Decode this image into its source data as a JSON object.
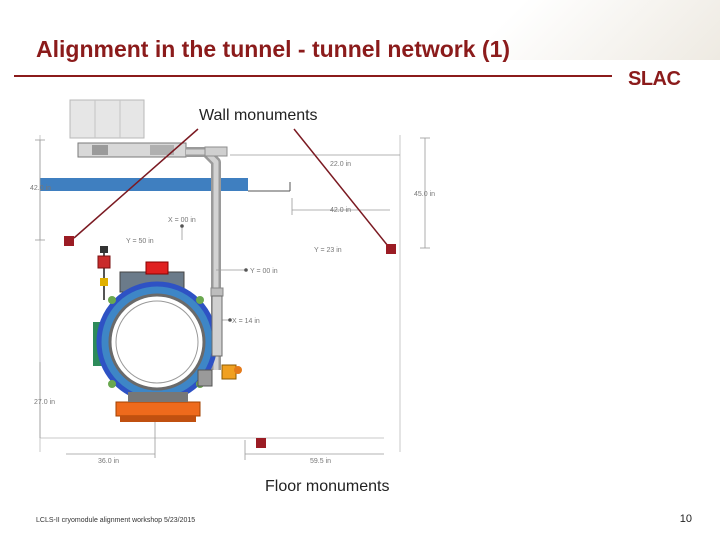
{
  "slide": {
    "title": "Alignment in the tunnel - tunnel network (1)",
    "logo": "SLAC",
    "footer": "LCLS-II cryomodule alignment workshop 5/23/2015",
    "page_number": "10"
  },
  "annotations": {
    "wall_monuments": "Wall monuments",
    "floor_monuments": "Floor monuments"
  },
  "dimensions": {
    "left_height": "42.0 in",
    "top_right_width": "22.0 in",
    "right_height": "45.0 in",
    "right_width": "42.0 in",
    "bottom_left_height": "27.0 in",
    "bottom_left_width": "36.0 in",
    "bottom_right_width": "59.5 in"
  },
  "coordinates": {
    "x_top": "X = 00 in",
    "y_left": "Y = 50 in",
    "y_right": "Y = 23 in",
    "y_center": "Y = 00 in",
    "x_lower": "X = 14 in"
  },
  "colors": {
    "title": "#8b1b1b",
    "monument": "#9b1c24",
    "pointer_line": "#7b1a22",
    "beam": "#3f7fc0",
    "vessel_ring": "#2e52c4",
    "support_orange": "#ee6a1c"
  }
}
